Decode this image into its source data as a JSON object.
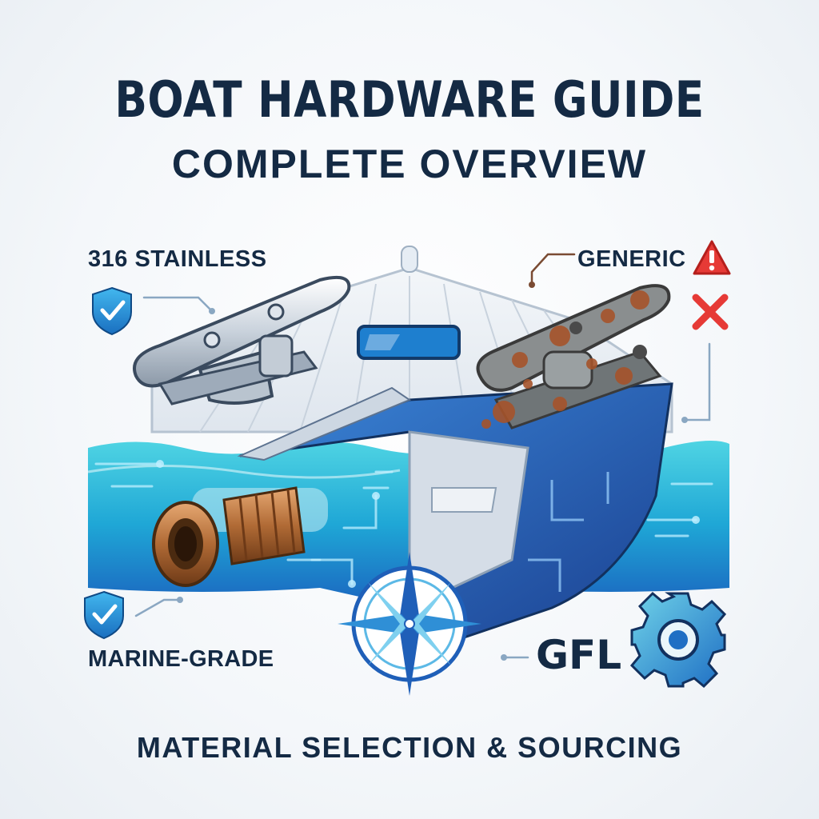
{
  "header": {
    "title": "BOAT HARDWARE GUIDE",
    "subtitle": "COMPLETE OVERVIEW"
  },
  "labels": {
    "stainless": "316 STAINLESS",
    "generic": "GENERIC",
    "marine": "MARINE-GRADE",
    "gfl": "GFL"
  },
  "footer": {
    "text": "MATERIAL SELECTION & SOURCING"
  },
  "icons": {
    "shield_check": "shield-check-icon",
    "warning": "warning-icon",
    "cross": "cross-icon",
    "compass": "compass-rose-icon",
    "gear": "gear-icon",
    "cleat_good": "stainless-cleat-icon",
    "cleat_rusty": "rusty-cleat-icon",
    "thru_hull": "bronze-thru-hull-icon"
  },
  "colors": {
    "text": "#142a44",
    "accent_blue": "#1f8fd6",
    "water_cyan": "#2fc4d9",
    "hull_blue": "#1f5fb8",
    "warning_red": "#e63a36",
    "rust": "#a5532a",
    "bronze": "#b06a35"
  }
}
